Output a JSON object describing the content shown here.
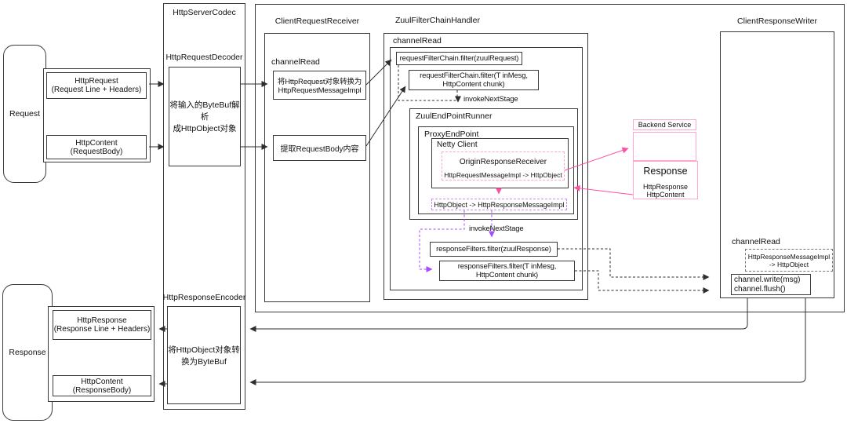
{
  "colors": {
    "line": "#2e2e2e",
    "pink": "#ff4fa3",
    "pink_border": "#ffa6cf",
    "violet": "#a64dff",
    "violet_border": "#d08bff"
  },
  "request": {
    "label": "Request",
    "box1": "HttpRequest\n(Request Line + Headers)",
    "box2": "HttpContent\n(RequestBody)"
  },
  "codec": {
    "title": "HttpServerCodec",
    "decoder_label": "HttpRequestDecoder",
    "decoder_body": "将输入的ByteBuf解析\n成HttpObject对象",
    "encoder_label": "HttpResponseEncoder",
    "encoder_body": "将HttpObject对象转\n换为ByteBuf"
  },
  "receiver": {
    "title": "ClientRequestReceiver",
    "channel_read": "channelRead",
    "box1": "将HttpRequest对象转换为\nHttpRequestMessageImpl",
    "box2": "提取RequestBody内容"
  },
  "filter_chain": {
    "title": "ZuulFilterChainHandler",
    "channel_read": "channelRead",
    "request_filter1": "requestFilterChain.filter(zuulRequest)",
    "request_filter2": "requestFilterChain.filter(T inMesg,\nHttpContent chunk)",
    "invoke_next_stage1": "invokeNextStage",
    "endpoint_runner": "ZuulEndPointRunner",
    "proxy_endpoint": "ProxyEndPoint",
    "netty_client": "Netty Client",
    "origin_receiver_title": "OriginResponseReceiver",
    "origin_receiver_map": "HttpRequestMessageImpl -> HttpObject",
    "http_object_map": "HttpObject -> HttpResponseMessageImpl",
    "invoke_next_stage2": "invokeNextStage",
    "response_filter1": "responseFilters.filter(zuulResponse)",
    "response_filter2": "responseFilters.filter(T inMesg,\nHttpContent chunk)"
  },
  "backend": {
    "service": "Backend Service",
    "response_title": "Response",
    "response_body": "HttpResponse\nHttpContent"
  },
  "writer": {
    "title": "ClientResponseWriter",
    "channel_read": "channelRead",
    "mapping": "HttpResponseMessageImpl\n-> HttpObject",
    "channel_calls": "channel.write(msg)\nchannel.flush()"
  },
  "response": {
    "label": "Response",
    "box1": "HttpResponse\n(Response Line + Headers)",
    "box2": "HttpContent\n(ResponseBody)"
  }
}
